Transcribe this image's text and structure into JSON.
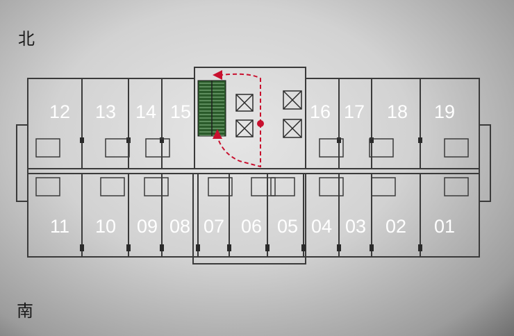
{
  "compass": {
    "north": "北",
    "south": "南"
  },
  "units_north": [
    "12",
    "13",
    "14",
    "15",
    "16",
    "17",
    "18",
    "19"
  ],
  "units_south": [
    "11",
    "10",
    "09",
    "08",
    "07",
    "06",
    "05",
    "04",
    "03",
    "02",
    "01"
  ],
  "colors": {
    "wall": "#3a3a3a",
    "route": "#c8102e",
    "stairs": "#2a5a2a",
    "label": "#ffffff"
  },
  "icons": {
    "elevator": "elevator-icon",
    "stairs": "stairs-icon",
    "evacuation-route": "arrow-icon"
  }
}
